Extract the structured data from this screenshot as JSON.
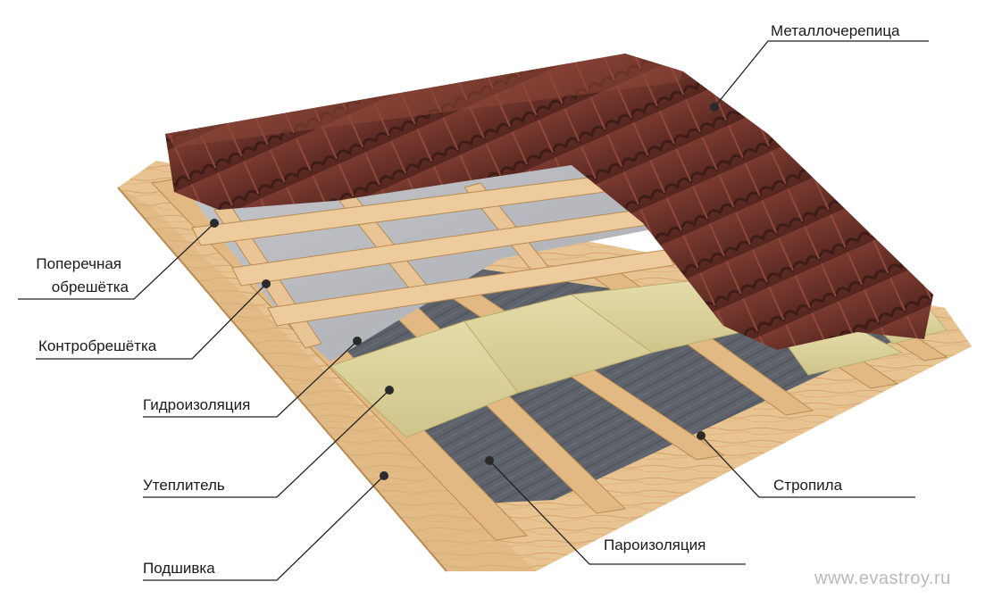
{
  "labels": {
    "metal_tile": "Металлочерепица",
    "cross_batten": [
      "Поперечная",
      "обрешётка"
    ],
    "counter_batten": "Контробрешётка",
    "waterproofing": "Гидроизоляция",
    "insulation": "Утеплитель",
    "soffit": "Подшивка",
    "rafters": "Стропила",
    "vapor_barrier": "Пароизоляция"
  },
  "watermark": "www.evastroy.ru",
  "colors": {
    "tile": "#6a3128",
    "tile_dark": "#4c221c",
    "tile_light": "#8a4438",
    "wood": "#e7c291",
    "wood_dark": "#c89a62",
    "membrane": "#b7b9bd",
    "insulation": "#d8cf98",
    "vapor": "#5d6168"
  }
}
